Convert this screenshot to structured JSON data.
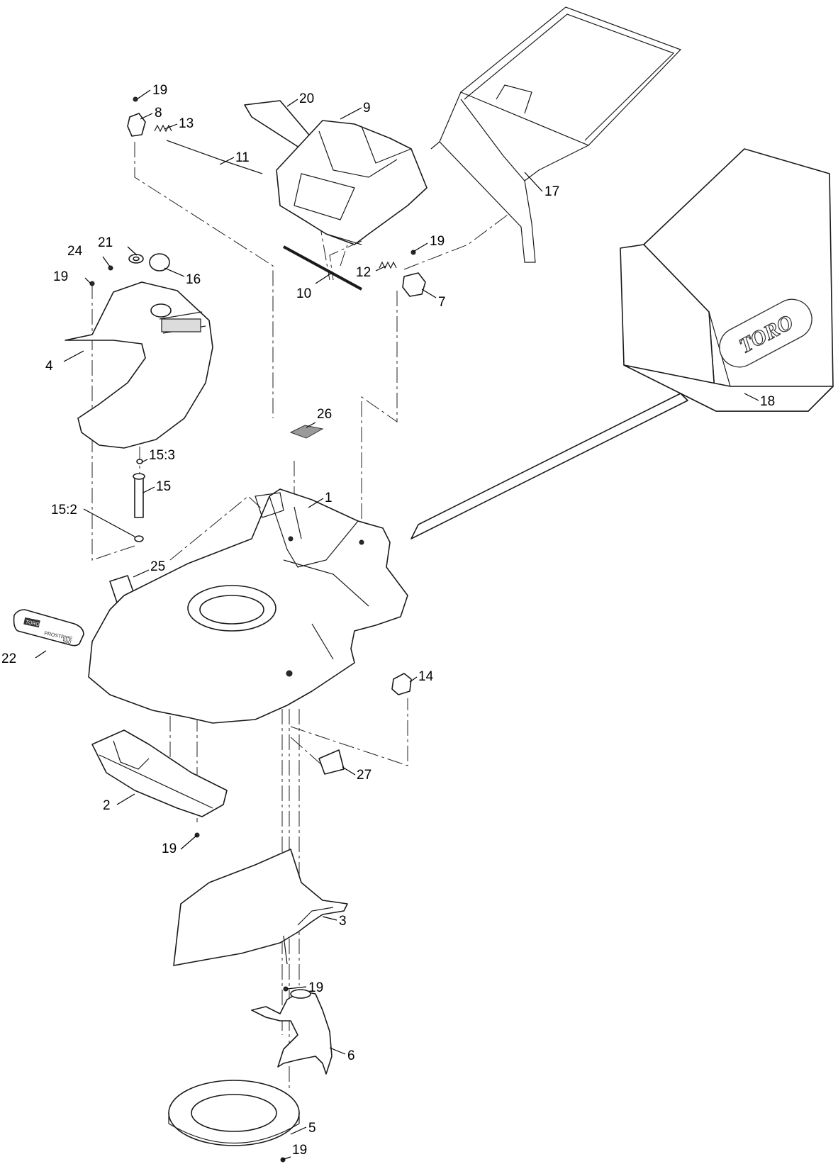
{
  "callouts": {
    "c1": "1",
    "c2": "2",
    "c3": "3",
    "c4": "4",
    "c5": "5",
    "c6": "6",
    "c7": "7",
    "c8": "8",
    "c9": "9",
    "c10": "10",
    "c11": "11",
    "c12": "12",
    "c13": "13",
    "c14": "14",
    "c15": "15",
    "c15_2": "15:2",
    "c15_3": "15:3",
    "c16": "16",
    "c17": "17",
    "c18": "18",
    "c19a": "19",
    "c19b": "19",
    "c19c": "19",
    "c19d": "19",
    "c19e": "19",
    "c19f": "19",
    "c20": "20",
    "c21": "21",
    "c22": "22",
    "c24": "24",
    "c25": "25",
    "c26": "26",
    "c27": "27"
  },
  "labels": {
    "bag_logo": "TORO",
    "decal_brand": "TORO",
    "decal_model": "PROSTRIPE",
    "decal_sub": "560"
  }
}
